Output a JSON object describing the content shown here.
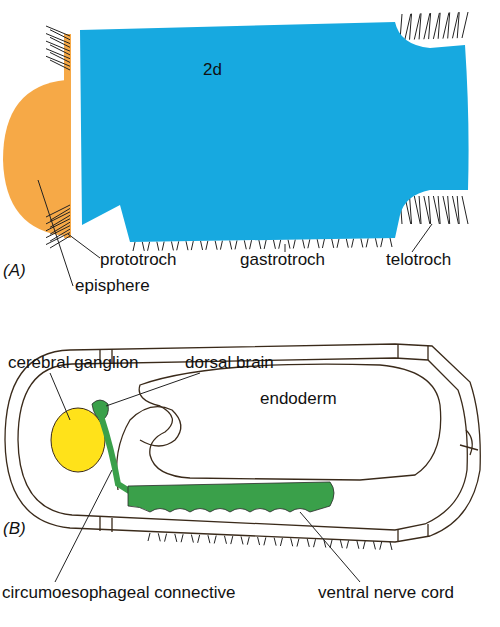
{
  "diagram": {
    "nodes": [
      {
        "text": [
          "2d"
        ]
      },
      {
        "text": [
          "endoderm"
        ]
      }
    ],
    "labels": [
      "prototroch",
      "gastrotroch",
      "telotroch",
      "episphere",
      "(A)",
      "cerebral ganglion",
      "dorsal brain",
      "(B)",
      "circumoesophageal connective",
      "ventral nerve cord"
    ]
  }
}
